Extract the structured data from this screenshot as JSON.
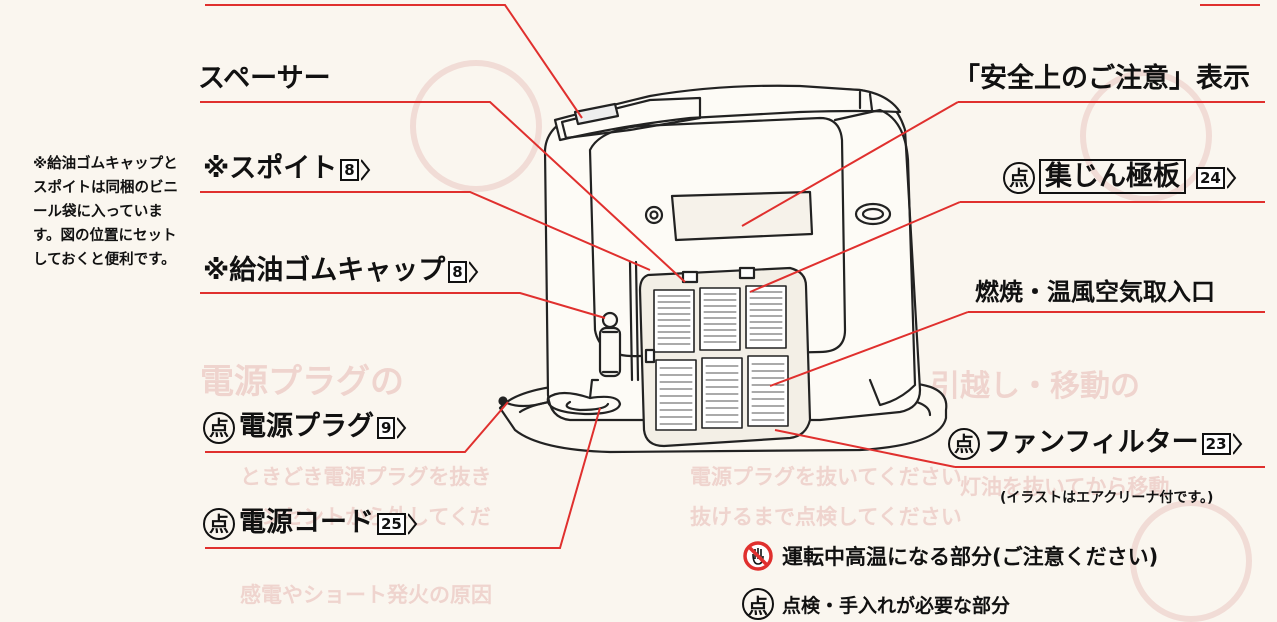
{
  "labels": {
    "spacer": "スペーサー",
    "dropper": "※スポイト",
    "dropper_page": "8",
    "cap": "※給油ゴムキャップ",
    "cap_page": "8",
    "plug_mark": "点",
    "plug": "電源プラグ",
    "plug_page": "9",
    "cord_mark": "点",
    "cord": "電源コード",
    "cord_page": "25",
    "safety": "「安全上のご注意」表示",
    "collector_mark": "点",
    "collector": "集じん極板",
    "collector_page": "24",
    "intake": "燃焼・温風空気取入口",
    "filter_mark": "点",
    "filter": "ファンフィルター",
    "filter_page": "23"
  },
  "note": "※給油ゴムキャップとスポイトは同梱のビニール袋に入っています。図の位置にセットしておくと便利です。",
  "caption": "(イラストはエアクリーナ付です。)",
  "legend": {
    "hot": "運転中高温になる部分(ご注意ください)",
    "check_mark": "点",
    "check": "点検・手入れが必要な部分"
  },
  "colors": {
    "leader_line": "#e0302e",
    "ink": "#111111",
    "background": "#faf6ef"
  }
}
